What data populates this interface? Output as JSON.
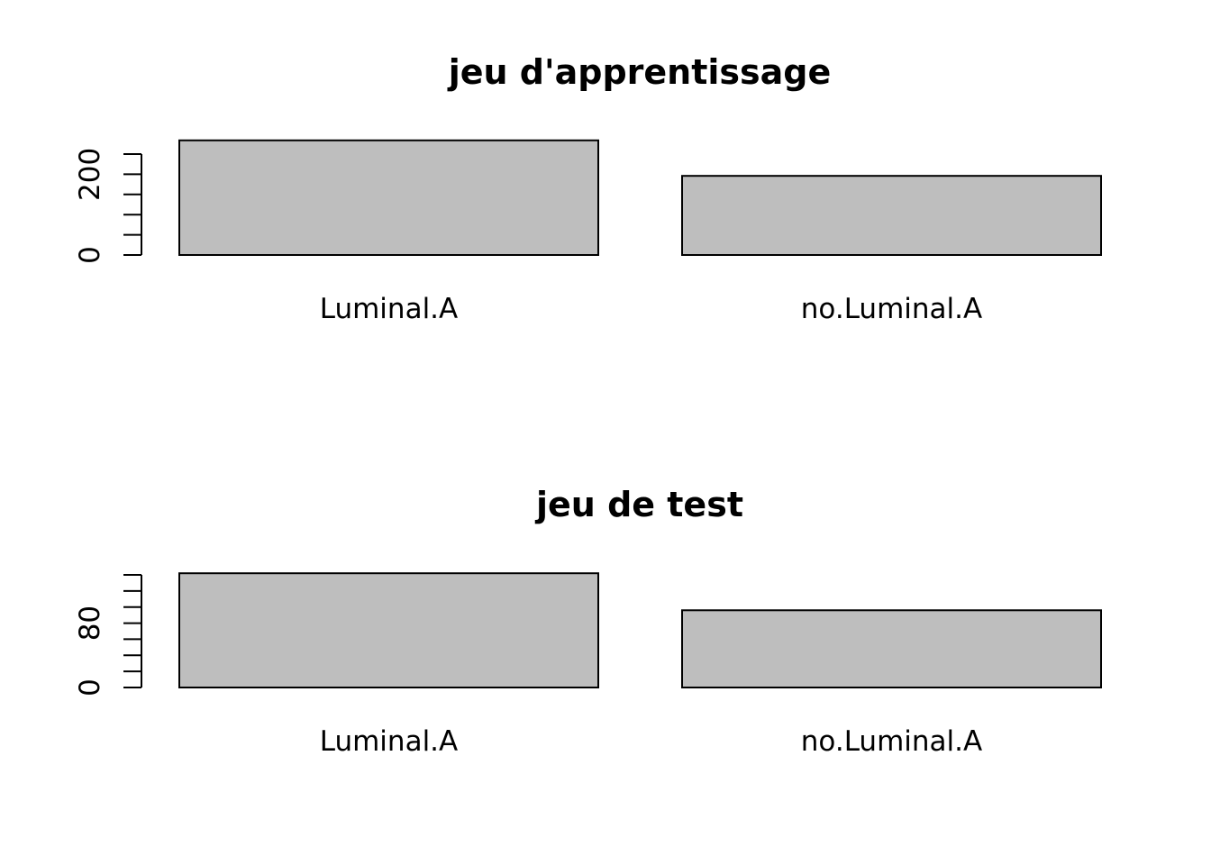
{
  "chart_data": [
    {
      "type": "bar",
      "title": "jeu d'apprentissage",
      "categories": [
        "Luminal.A",
        "no.Luminal.A"
      ],
      "values": [
        284,
        196
      ],
      "bar_color": "#bebebe",
      "ylim": [
        0,
        250
      ],
      "yticks": [
        0,
        50,
        100,
        150,
        200,
        250
      ],
      "yticklabels": [
        "0",
        "",
        "",
        "",
        "200",
        ""
      ],
      "xlabel": "",
      "ylabel": ""
    },
    {
      "type": "bar",
      "title": "jeu de test",
      "categories": [
        "Luminal.A",
        "no.Luminal.A"
      ],
      "values": [
        142,
        96
      ],
      "bar_color": "#bebebe",
      "ylim": [
        0,
        140
      ],
      "yticks": [
        0,
        20,
        40,
        60,
        80,
        100,
        120,
        140
      ],
      "yticklabels": [
        "0",
        "",
        "",
        "",
        "80",
        "",
        "",
        ""
      ],
      "xlabel": "",
      "ylabel": ""
    }
  ]
}
